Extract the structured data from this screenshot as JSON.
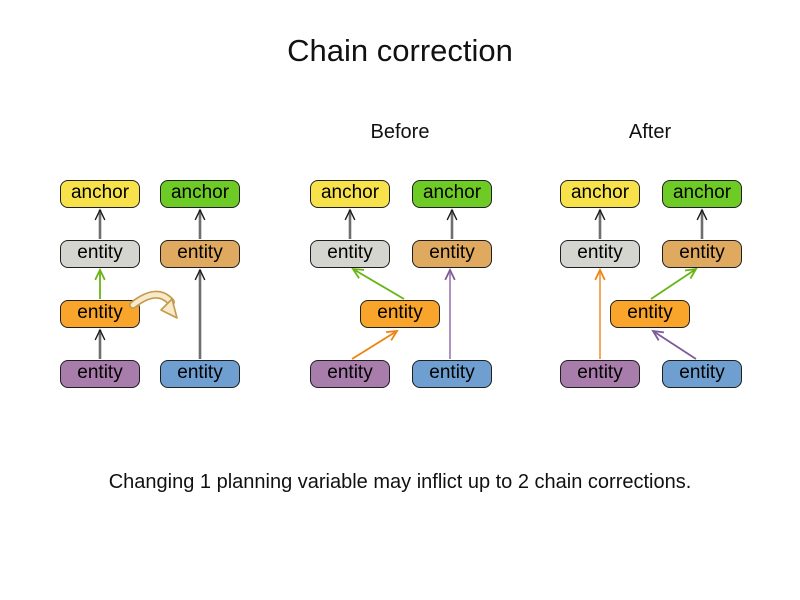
{
  "title": "Chain correction",
  "caption": "Changing 1 planning variable may inflict up to 2 chain corrections.",
  "labels": {
    "anchor": "anchor",
    "entity": "entity"
  },
  "groups": {
    "initial": {
      "label": ""
    },
    "before": {
      "label": "Before"
    },
    "after": {
      "label": "After"
    }
  },
  "palette": {
    "yellow": "#f8e24b",
    "green": "#6ecb25",
    "gray": "#d5d5d0",
    "tan": "#dfa95f",
    "orange": "#f9a42a",
    "purple": "#a87cab",
    "blue": "#6f9fd0"
  },
  "arrow_colors": {
    "dark_shaft": "#6e6e6e",
    "dark_head": "#1a1a1a",
    "green": "#67b513",
    "orange": "#ef8212",
    "orange_light": "#f2aa60",
    "purple_light": "#ae93c0",
    "purple_dark": "#7d5a9a",
    "move_fill": "#f7e9c9",
    "move_stroke": "#c39b4e"
  },
  "diagram": {
    "groups": [
      {
        "id": "initial",
        "label": "",
        "nodes": [
          "anchor-yellow",
          "anchor-green",
          "entity-gray",
          "entity-tan",
          "entity-orange",
          "entity-purple",
          "entity-blue"
        ],
        "edges": [
          {
            "from": "entity-purple",
            "to": "entity-orange",
            "color": "dark"
          },
          {
            "from": "entity-orange",
            "to": "entity-gray",
            "color": "green"
          },
          {
            "from": "entity-gray",
            "to": "anchor-yellow",
            "color": "dark"
          },
          {
            "from": "entity-blue",
            "to": "entity-tan",
            "color": "dark"
          },
          {
            "from": "entity-tan",
            "to": "anchor-green",
            "color": "dark"
          },
          {
            "type": "move",
            "from": "entity-orange",
            "to": "second-chain",
            "color": "move"
          }
        ]
      },
      {
        "id": "before",
        "label": "Before",
        "nodes": [
          "anchor-yellow",
          "anchor-green",
          "entity-gray",
          "entity-tan",
          "entity-orange",
          "entity-purple",
          "entity-blue"
        ],
        "edges": [
          {
            "from": "entity-gray",
            "to": "anchor-yellow",
            "color": "dark"
          },
          {
            "from": "entity-tan",
            "to": "anchor-green",
            "color": "dark"
          },
          {
            "from": "entity-orange",
            "to": "entity-gray",
            "color": "green"
          },
          {
            "from": "entity-purple",
            "to": "entity-orange",
            "color": "orange"
          },
          {
            "from": "entity-blue",
            "to": "entity-tan",
            "color": "purple"
          }
        ]
      },
      {
        "id": "after",
        "label": "After",
        "nodes": [
          "anchor-yellow",
          "anchor-green",
          "entity-gray",
          "entity-tan",
          "entity-orange",
          "entity-purple",
          "entity-blue"
        ],
        "edges": [
          {
            "from": "entity-gray",
            "to": "anchor-yellow",
            "color": "dark"
          },
          {
            "from": "entity-tan",
            "to": "anchor-green",
            "color": "dark"
          },
          {
            "from": "entity-purple",
            "to": "entity-gray",
            "color": "orange"
          },
          {
            "from": "entity-orange",
            "to": "entity-tan",
            "color": "green"
          },
          {
            "from": "entity-blue",
            "to": "entity-orange",
            "color": "purple"
          }
        ]
      }
    ]
  }
}
